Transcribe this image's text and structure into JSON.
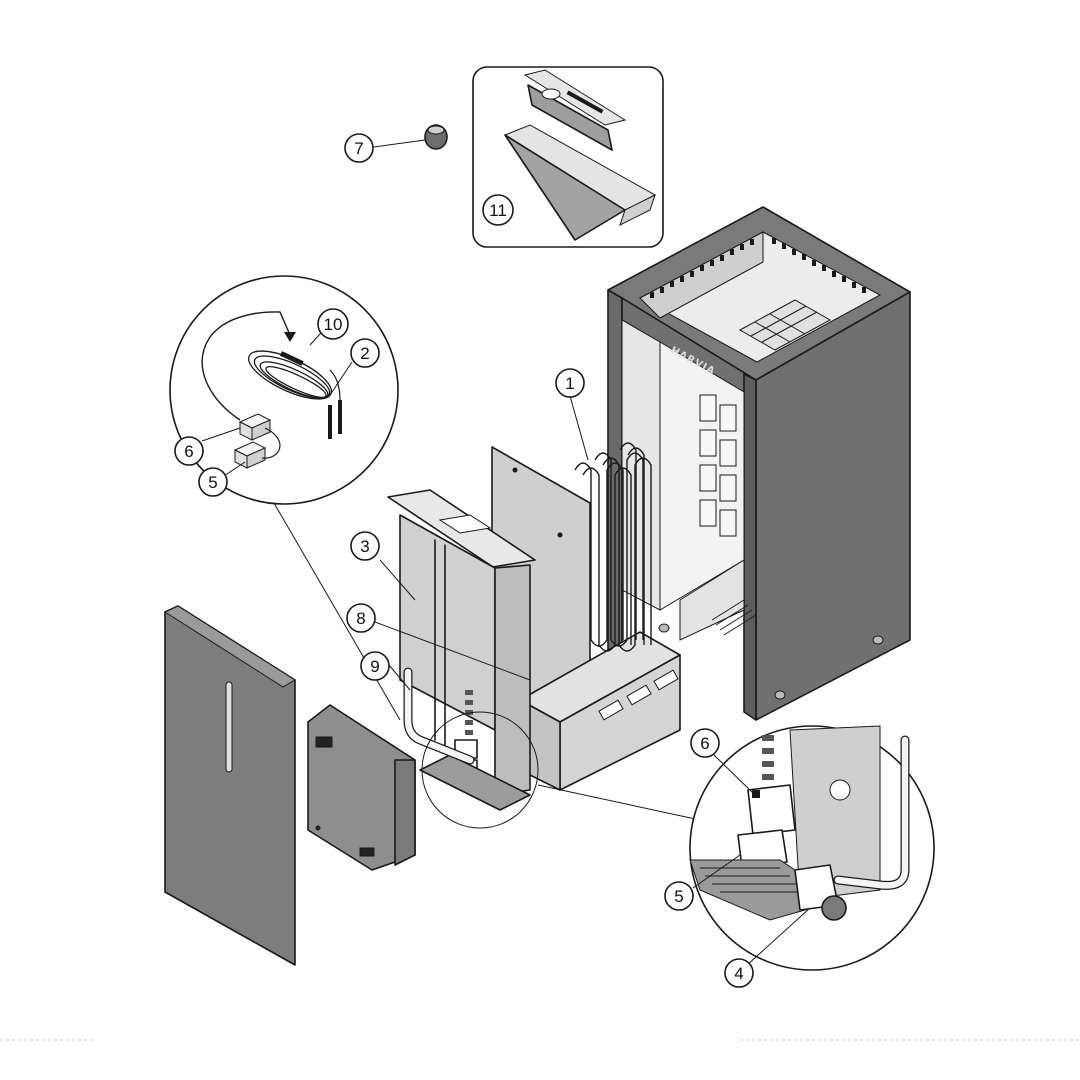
{
  "brand": "HARVIA",
  "callouts": {
    "c1": "1",
    "c2": "2",
    "c3": "3",
    "c4": "4",
    "c5a": "5",
    "c5b": "5",
    "c6a": "6",
    "c6b": "6",
    "c7": "7",
    "c8": "8",
    "c9": "9",
    "c10": "10",
    "c11": "11"
  },
  "colors": {
    "cabinet": "#6e6e6e",
    "cabinet_light": "#8a8a8a",
    "panel": "#d4d4d4",
    "panel_dark": "#bdbdbd",
    "outline": "#1a1a1a"
  }
}
